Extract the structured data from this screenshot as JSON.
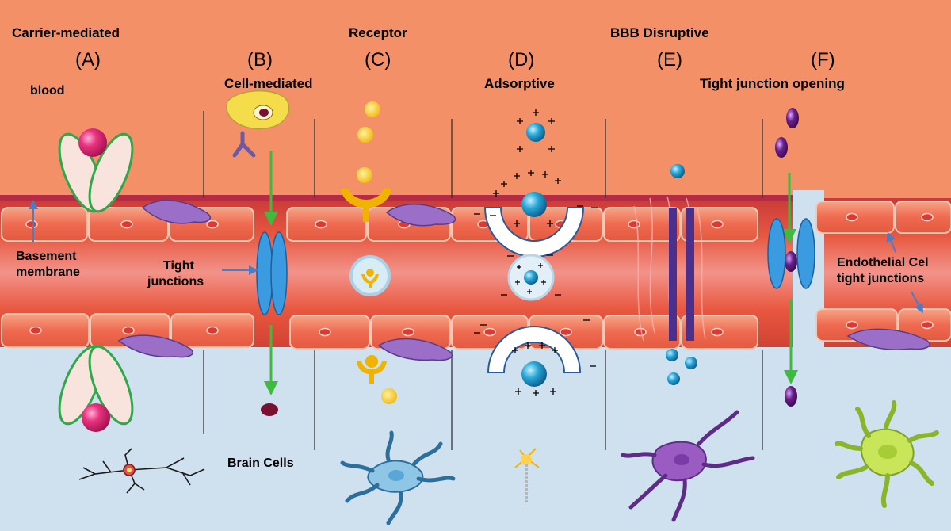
{
  "headings": {
    "carrier": "Carrier-mediated",
    "receptor": "Receptor",
    "bbb": "BBB Disruptive",
    "cell": "Cell-mediated",
    "adsorptive": "Adsorptive",
    "tight": "Tight junction opening"
  },
  "panels": [
    "(A)",
    "(B)",
    "(C)",
    "(D)",
    "(E)",
    "(F)"
  ],
  "labels": {
    "blood": "blood",
    "basement_1": "Basement",
    "basement_2": "membrane",
    "tight_1": "Tight",
    "tight_2": "junctions",
    "brain": "Brain Cells",
    "endo_1": "Endothelial Cel",
    "endo_2": "tight junctions"
  },
  "colors": {
    "blood": "#f49068",
    "brain": "#cfe0ee",
    "endothelium": "#ef6a50",
    "tight_junction": "#3a9be0",
    "carrier": "#2fa84a",
    "arrow_green": "#3dbb3d",
    "arrow_blue": "#4a7cc8"
  }
}
